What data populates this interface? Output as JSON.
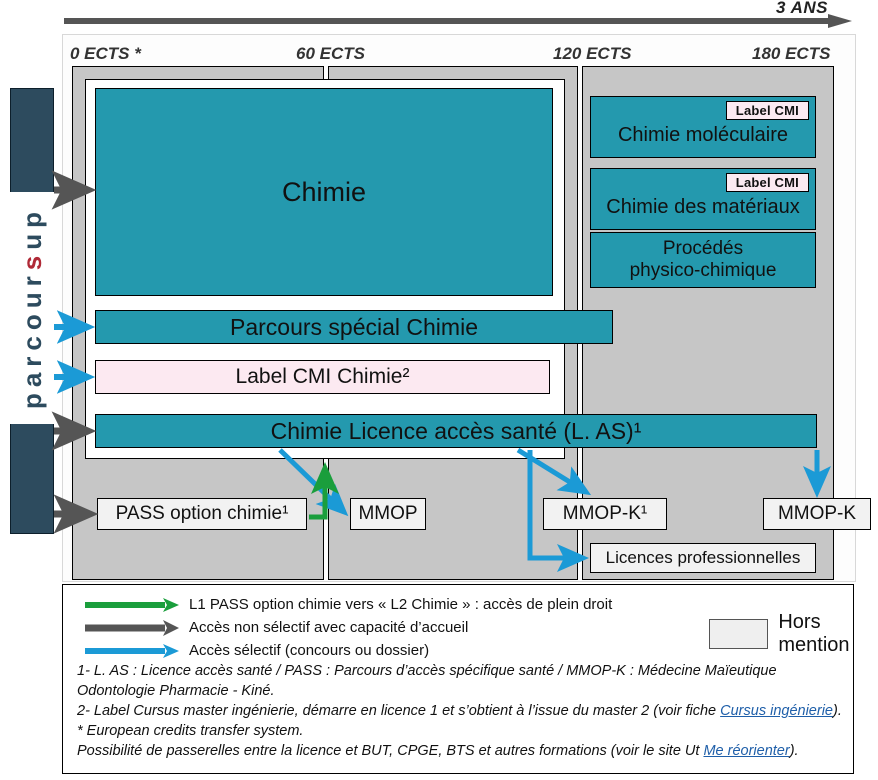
{
  "timeline": {
    "duration_label": "3 ANS"
  },
  "ects_labels": {
    "l0": "0 ECTS *",
    "l60": "60 ECTS",
    "l120": "120 ECTS",
    "l180": "180 ECTS"
  },
  "parcoursup": {
    "word_before": "parcour",
    "word_accent": "s",
    "word_after": "up",
    "full": "parcoursup"
  },
  "mention": {
    "main": "Chimie",
    "special": "Parcours spécial Chimie",
    "cmi": "Label CMI Chimie²",
    "las": "Chimie Licence accès santé (L. AS)¹"
  },
  "specialisations": [
    {
      "label": "Chimie moléculaire",
      "badge": "Label CMI"
    },
    {
      "label": "Chimie des matériaux",
      "badge": "Label CMI"
    },
    {
      "label": "Procédés\nphysico-chimique",
      "line1": "Procédés",
      "line2": "physico-chimique",
      "badge": ""
    }
  ],
  "hors_mention_boxes": {
    "pass": "PASS option chimie¹",
    "mmop": "MMOP",
    "mmopk1": "MMOP-K¹",
    "mmopk": "MMOP-K",
    "licences_pro": "Licences professionnelles"
  },
  "legend": {
    "items": [
      {
        "color": "#1a9e3c",
        "label": "L1 PASS option chimie vers « L2 Chimie » : accès de plein droit"
      },
      {
        "color": "#555555",
        "label": "Accès non sélectif avec capacité d’accueil"
      },
      {
        "color": "#1b9ad6",
        "label": "Accès sélectif (concours ou dossier)"
      }
    ],
    "hors_mention_label": "Hors mention"
  },
  "notes": {
    "n1": "1- L. AS : Licence accès santé / PASS : Parcours d’accès spécifique santé / MMOP-K : Médecine Maïeutique Odontologie Pharmacie - Kiné.",
    "n2_before": "2- Label Cursus master ingénierie, démarre en licence 1 et s’obtient à l’issue du master 2 (voir fiche ",
    "n2_link": "Cursus ingénierie",
    "n2_after": ").",
    "n3": "* European credits transfer system.",
    "n4_before": "Possibilité de passerelles entre la licence et BUT, CPGE, BTS et autres formations (voir le site Ut ",
    "n4_link": "Me réorienter",
    "n4_after": ")."
  },
  "colors": {
    "teal": "#2499ae",
    "pink": "#fce9f1",
    "grey_column": "#c6c6c6",
    "navy": "#2d4b5e",
    "red": "#b02a37",
    "green_arrow": "#1a9e3c",
    "grey_arrow": "#555555",
    "blue_arrow": "#1b9ad6"
  }
}
